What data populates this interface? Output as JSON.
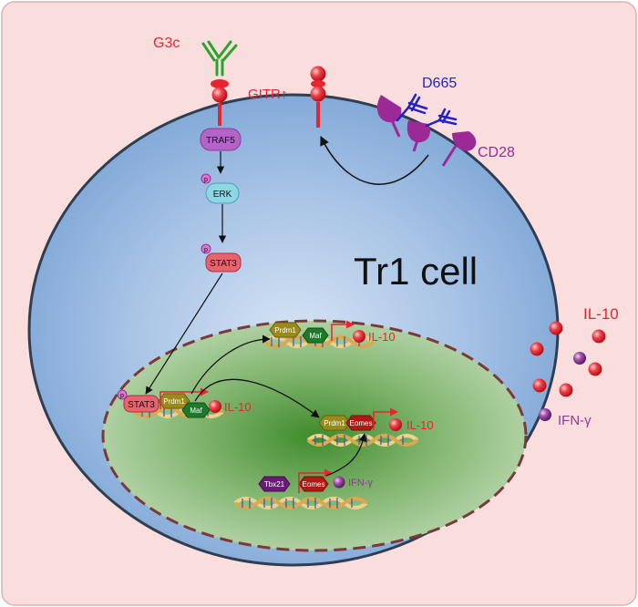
{
  "cell": {
    "title": "Tr1 cell"
  },
  "membrane": {
    "antibody_g3c": "G3c",
    "gitr": "GITR↑",
    "antibody_d665": "D665",
    "cd28": "CD28"
  },
  "pathway": {
    "traf5": "TRAF5",
    "erk": "ERK",
    "stat3": "STAT3",
    "phospho": "p"
  },
  "nucleus": {
    "stat3": "STAT3",
    "prdm1": "Prdm1",
    "maf": "Maf",
    "eomes": "Eomes",
    "tbx21": "Tbx21",
    "il10": "IL-10",
    "ifng": "IFN-γ"
  },
  "secreted": {
    "il10": "IL-10",
    "ifng": "IFN-γ"
  },
  "colors": {
    "background": "#fadede",
    "cell": "#8fb2dc",
    "nucleus": "#5ea14a",
    "il10": "#e8252e",
    "ifng": "#8e3b94",
    "antibody_g3c": "#2aa52c",
    "antibody_d665": "#2222c8",
    "gitr": "#e8252e",
    "cd28": "#9b2a96"
  }
}
